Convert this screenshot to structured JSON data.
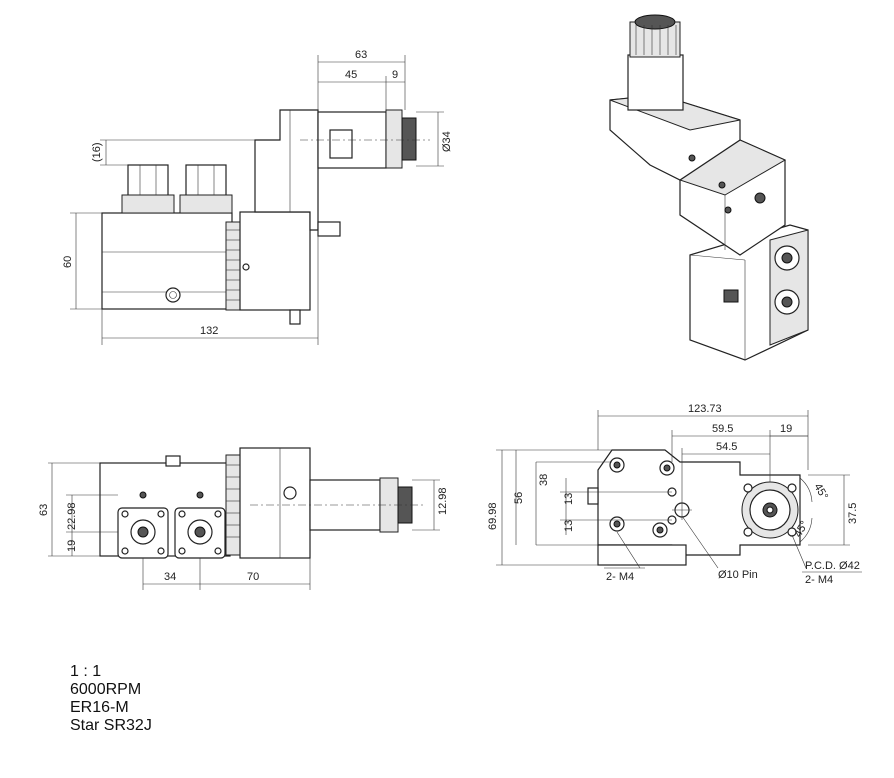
{
  "dims": {
    "side_top_total": "63",
    "side_top_a": "45",
    "side_top_b": "9",
    "side_paren": "(16)",
    "side_dia": "Ø34",
    "side_height": "60",
    "side_width": "132",
    "front_height": "63",
    "front_h1": "22.98",
    "front_h2": "19",
    "front_w1": "34",
    "front_w2": "70",
    "front_shaft": "12.98",
    "top_total": "123.73",
    "top_a": "59.5",
    "top_b": "19",
    "top_c": "54.5",
    "top_h_total": "69.98",
    "top_h56": "56",
    "top_h38": "38",
    "top_13a": "13",
    "top_13b": "13",
    "top_angle_a": "45°",
    "top_angle_b": "45°",
    "top_375": "37.5",
    "top_m4_left": "2- M4",
    "top_pin": "Ø10 Pin",
    "top_pcd": "P.C.D. Ø42",
    "top_m4_right": "2- M4"
  },
  "notes": {
    "scale": "1 : 1",
    "rpm": "6000RPM",
    "collet": "ER16-M",
    "machine": "Star SR32J"
  }
}
